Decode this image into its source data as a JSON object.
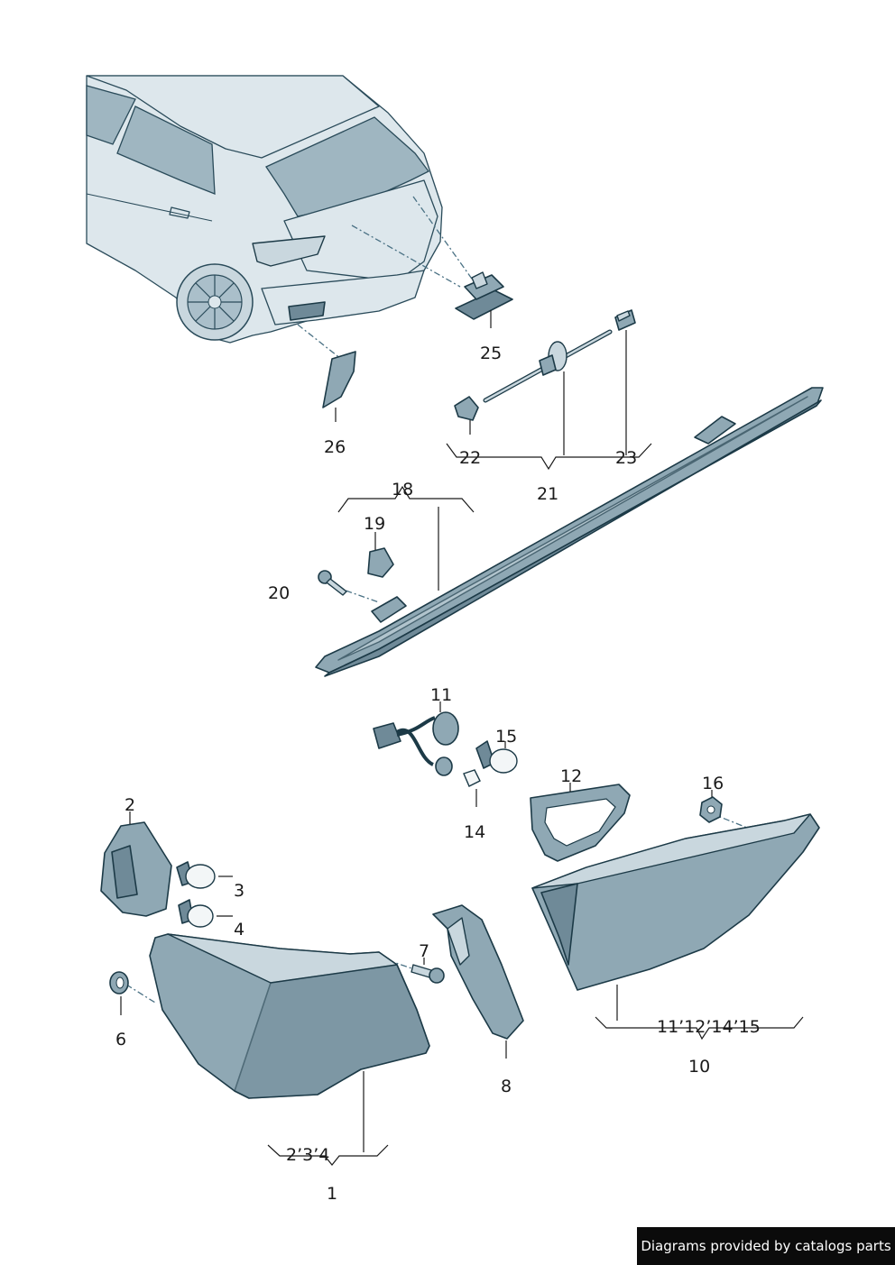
{
  "labels": {
    "l1": "1",
    "l1_sub": "2’3’4",
    "l2": "2",
    "l3": "3",
    "l4": "4",
    "l6": "6",
    "l7": "7",
    "l8": "8",
    "l10": "10",
    "l10_sub": "11’12’14’15",
    "l11": "11",
    "l12": "12",
    "l14": "14",
    "l15": "15",
    "l16": "16",
    "l18": "18",
    "l19": "19",
    "l20": "20",
    "l21": "21",
    "l22": "22",
    "l23": "23",
    "l25": "25",
    "l26": "26"
  },
  "footer": {
    "text": "Diagrams provided by catalogs parts"
  },
  "colors": {
    "part_fill": "#8fa8b4",
    "part_stroke": "#1c3a47",
    "leader_dash": "#4a7184"
  }
}
